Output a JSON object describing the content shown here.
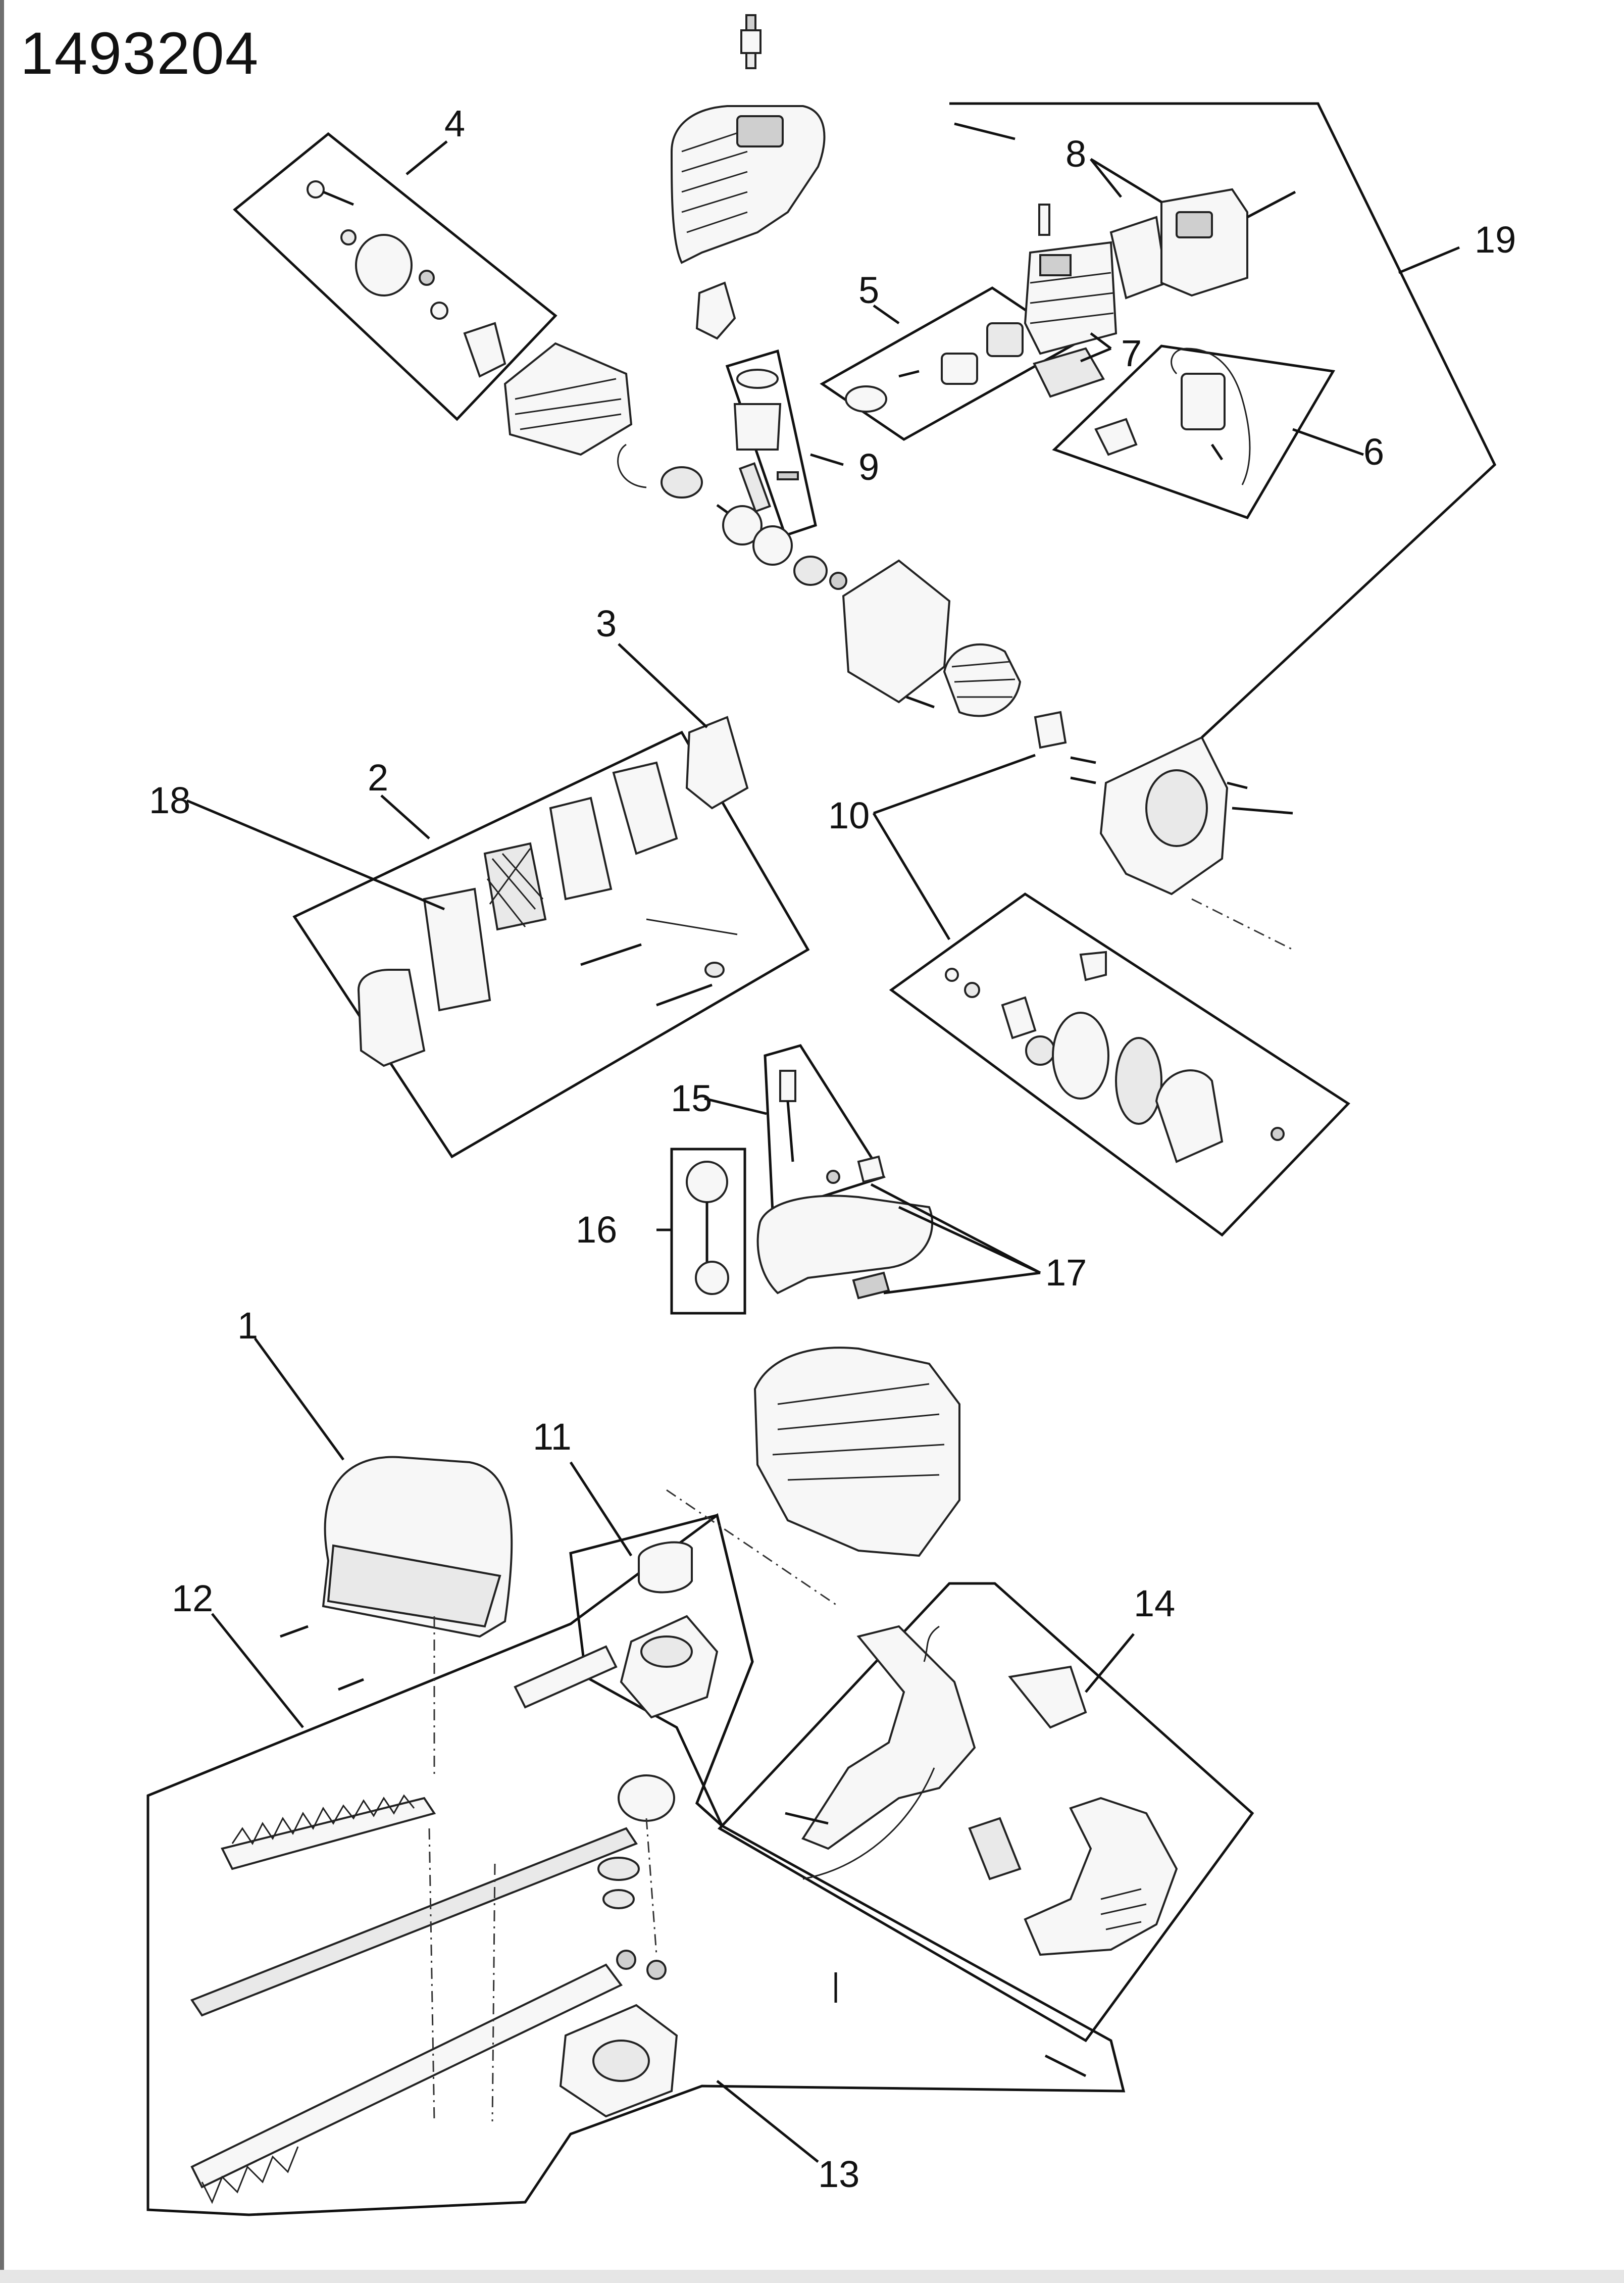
{
  "drawing_number": "1493204",
  "callouts": [
    "1",
    "2",
    "3",
    "4",
    "5",
    "6",
    "7",
    "8",
    "9",
    "10",
    "11",
    "12",
    "13",
    "14",
    "15",
    "16",
    "17",
    "18",
    "19"
  ]
}
